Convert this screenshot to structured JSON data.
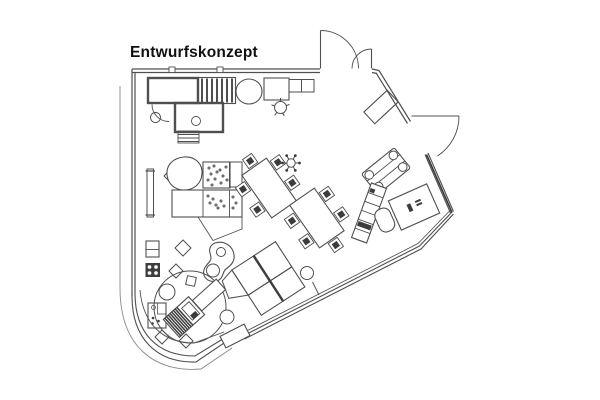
{
  "title": "Entwurfskonzept",
  "colors": {
    "background": "#ffffff",
    "line": "#4f4f4f",
    "dark": "#3c3c3c",
    "faint": "#8a8a8a",
    "text": "#111111"
  },
  "plan": {
    "type": "architectural-floor-plan",
    "elements": [
      "staircase",
      "storage-room",
      "wc-room",
      "entrance-double-door",
      "side-door-diagonal",
      "curved-corner-wall",
      "glass-facade",
      "facade-door-block",
      "kitchenette",
      "radiator",
      "sample-table-grid",
      "organic-blob-table",
      "conference-table-with-chairs",
      "plant",
      "kidney-table",
      "angled-desk-cluster",
      "round-rug",
      "piano-desk",
      "bench",
      "stool-diamonds",
      "poufs",
      "side-table",
      "wall-shelf",
      "lounge-sofa",
      "workstation-desk",
      "desk-chair",
      "ladder-shelf",
      "sideboard"
    ]
  }
}
